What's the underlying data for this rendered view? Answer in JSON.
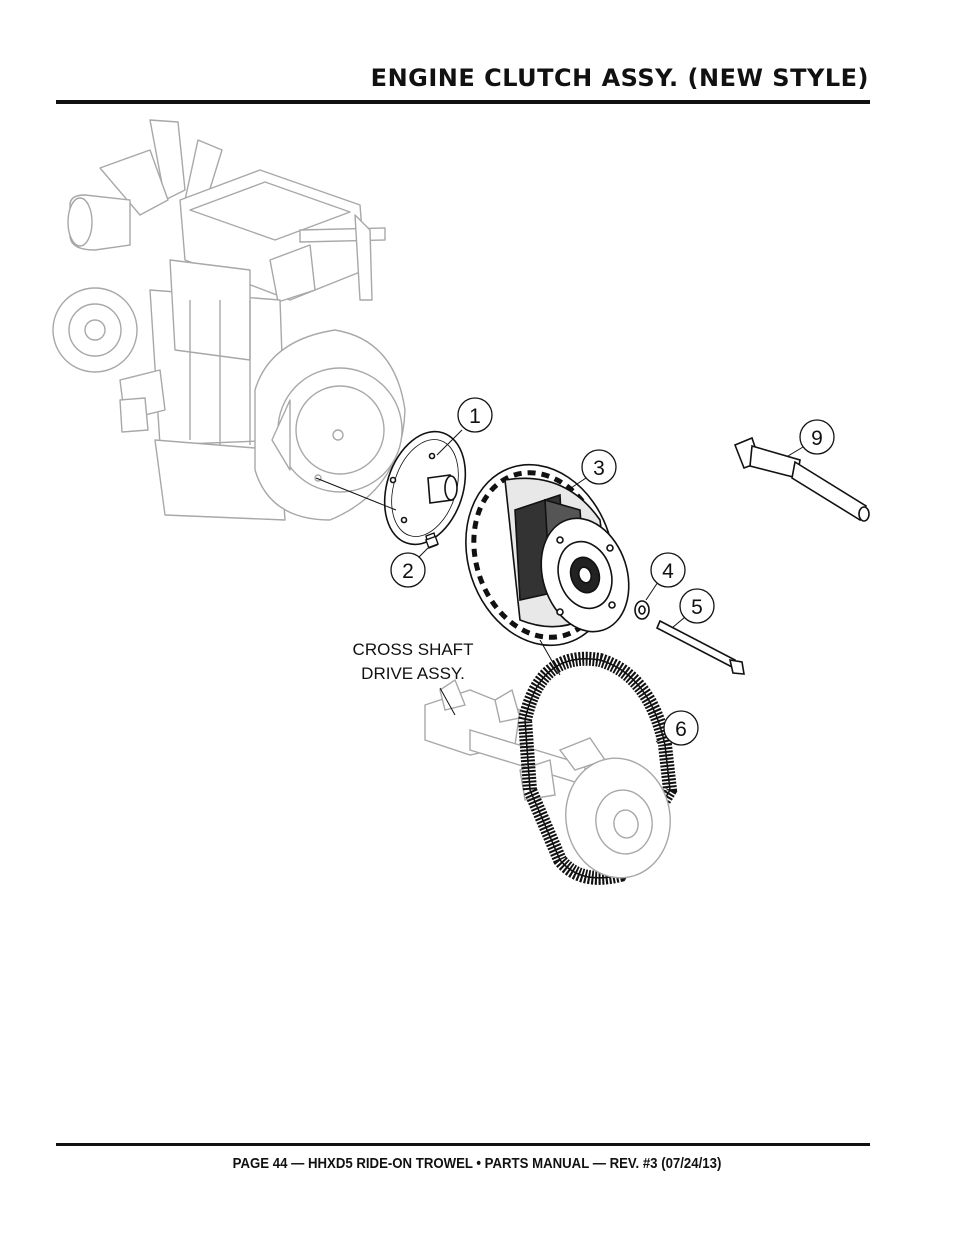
{
  "header": {
    "title": "ENGINE CLUTCH ASSY. (NEW STYLE)"
  },
  "diagram": {
    "callouts": [
      "1",
      "2",
      "3",
      "4",
      "5",
      "6",
      "9"
    ],
    "note": {
      "line1": "CROSS SHAFT",
      "line2": "DRIVE ASSY."
    }
  },
  "footer": {
    "text": "PAGE 44 — HHXD5 RIDE-ON TROWEL • PARTS MANUAL — REV. #3 (07/24/13)"
  },
  "colors": {
    "ink": "#111111",
    "ghost": "#a8a8a8",
    "paper": "#ffffff"
  }
}
